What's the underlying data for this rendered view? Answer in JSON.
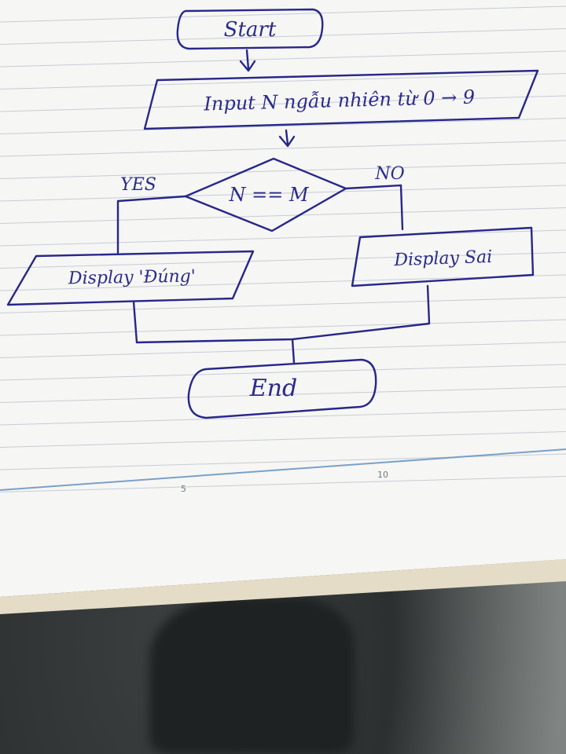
{
  "flowchart": {
    "start": "Start",
    "input": "Input N ngẫu nhiên từ 0 → 9",
    "decision": "N == M",
    "yes_label": "YES",
    "no_label": "NO",
    "display_yes": "Display 'Đúng'",
    "display_no": "Display Sai",
    "end": "End"
  },
  "ruler": {
    "tick_5": "5",
    "tick_10": "10"
  },
  "colors": {
    "ink": "#27278a",
    "paper": "#f7f7f5",
    "ruled_line": "#c5ccd6"
  }
}
